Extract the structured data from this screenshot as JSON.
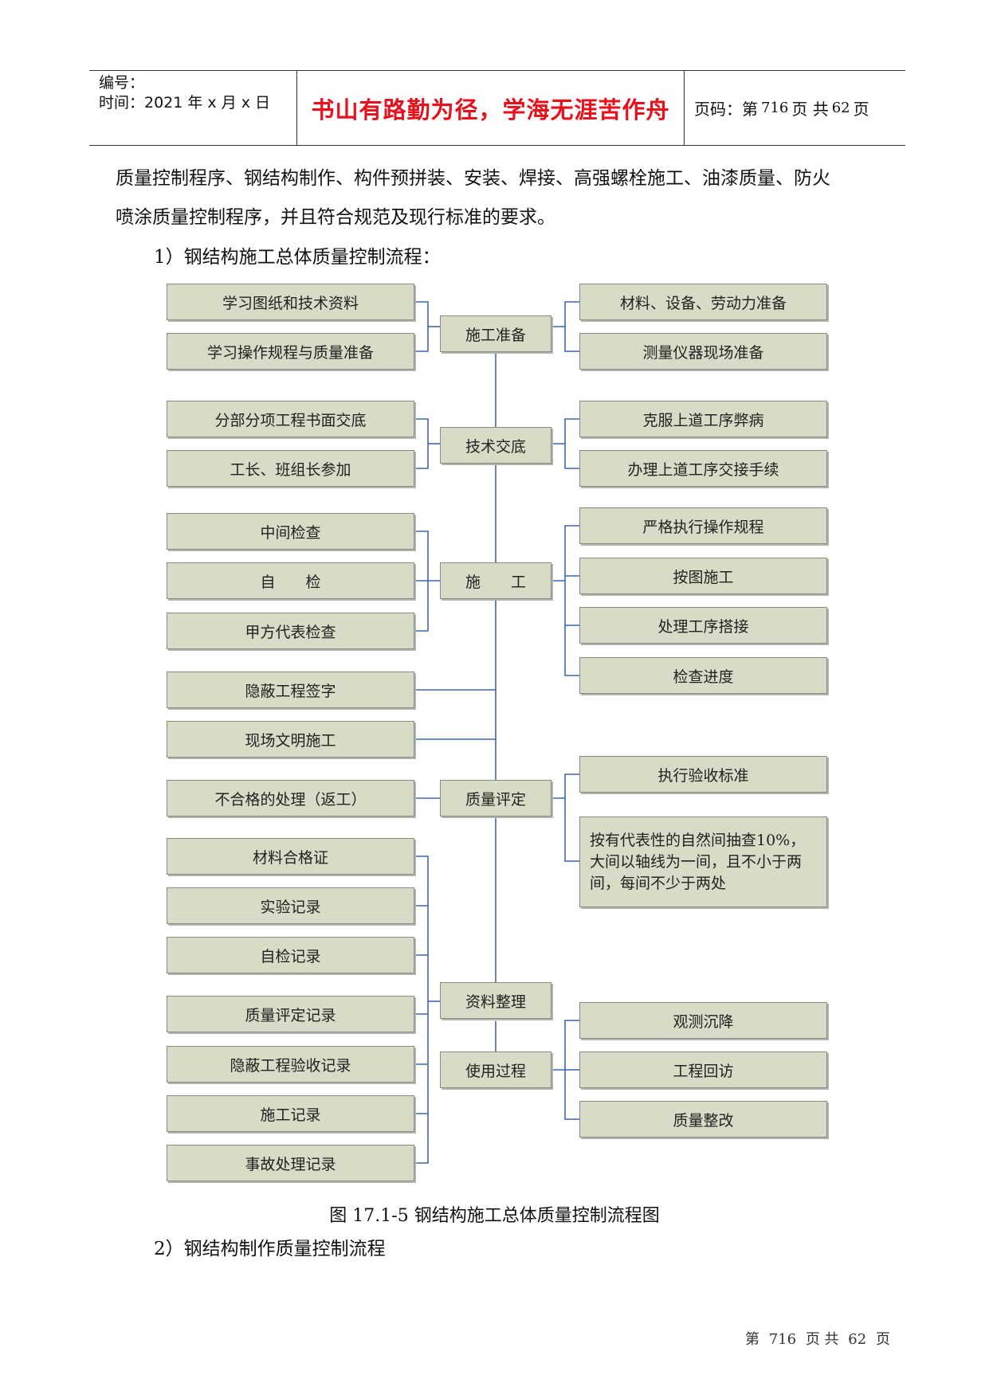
{
  "header": {
    "number_label": "编号：",
    "time_label": "时间：2021 年 x 月 x 日",
    "motto": "书山有路勤为径，学海无涯苦作舟",
    "page_prefix": "页码：第",
    "page_num": "716",
    "page_mid": "页  共",
    "page_total": "62",
    "page_suffix": "页"
  },
  "body": {
    "para1_line1": "质量控制程序、钢结构制作、构件预拼装、安装、焊接、高强螺栓施工、油漆质量、防火",
    "para1_line2": "喷涂质量控制程序，并且符合规范及现行标准的要求。",
    "section1": "1）钢结构施工总体质量控制流程：",
    "caption": "图 17.1-5  钢结构施工总体质量控制流程图",
    "section2": "2）钢结构制作质量控制流程"
  },
  "flow": {
    "center": [
      "施工准备",
      "技术交底",
      "施　　工",
      "质量评定",
      "资料整理",
      "使用过程"
    ],
    "left": [
      "学习图纸和技术资料",
      "学习操作规程与质量准备",
      "分部分项工程书面交底",
      "工长、班组长参加",
      "中间检查",
      "自　　检",
      "甲方代表检查",
      "隐蔽工程签字",
      "现场文明施工",
      "不合格的处理（返工）",
      "材料合格证",
      "实验记录",
      "自检记录",
      "质量评定记录",
      "隐蔽工程验收记录",
      "施工记录",
      "事故处理记录"
    ],
    "right": [
      "材料、设备、劳动力准备",
      "测量仪器现场准备",
      "克服上道工序弊病",
      "办理上道工序交接手续",
      "严格执行操作规程",
      "按图施工",
      "处理工序搭接",
      "检查进度",
      "执行验收标准",
      "按有代表性的自然间抽查10%，大间以轴线为一间，且不小于两间，每间不少于两处",
      "观测沉降",
      "工程回访",
      "质量整改"
    ]
  },
  "footer": {
    "prefix": "第",
    "page_num": "716",
    "mid": "页 共",
    "total": "62",
    "suffix": "页"
  },
  "colors": {
    "motto": "#e8101a",
    "box_fill": "#d7dcc6",
    "connector": "#3f67b0"
  }
}
